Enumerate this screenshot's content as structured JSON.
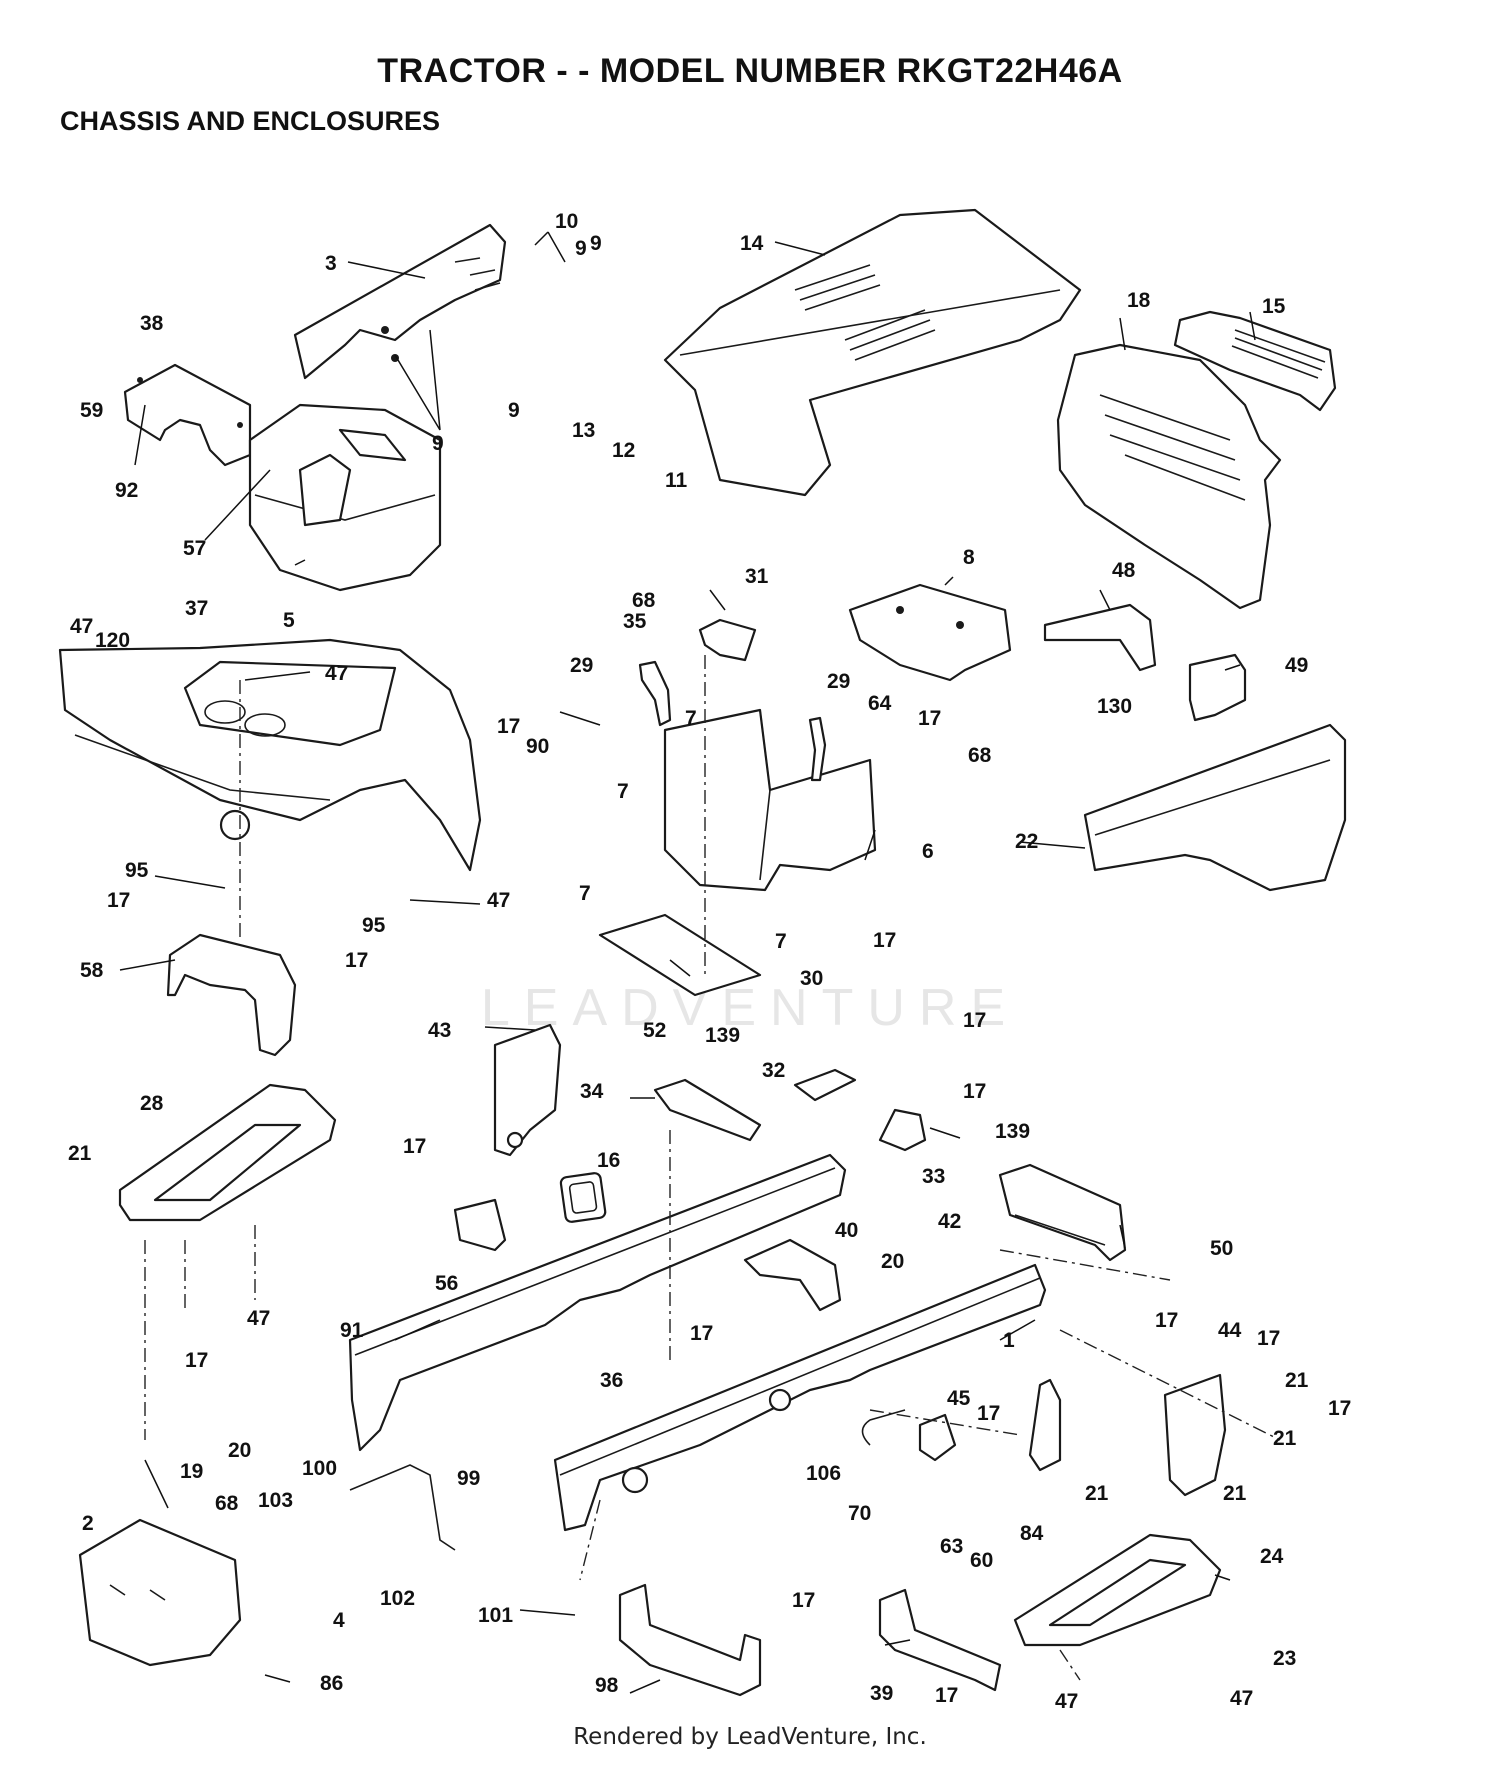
{
  "header": {
    "title": "TRACTOR - - MODEL NUMBER RKGT22H46A",
    "section": "CHASSIS AND ENCLOSURES"
  },
  "watermark": "LEADVENTURE",
  "footer": "Rendered by LeadVenture, Inc.",
  "callouts": [
    "1",
    "2",
    "3",
    "4",
    "5",
    "6",
    "7",
    "7",
    "7",
    "7",
    "8",
    "9",
    "9",
    "9",
    "9",
    "10",
    "11",
    "12",
    "13",
    "14",
    "15",
    "16",
    "17",
    "17",
    "17",
    "17",
    "17",
    "17",
    "17",
    "17",
    "17",
    "17",
    "17",
    "17",
    "17",
    "17",
    "17",
    "17",
    "18",
    "19",
    "20",
    "20",
    "21",
    "21",
    "21",
    "21",
    "21",
    "22",
    "23",
    "24",
    "28",
    "29",
    "29",
    "30",
    "31",
    "32",
    "33",
    "34",
    "35",
    "36",
    "37",
    "38",
    "39",
    "40",
    "42",
    "43",
    "44",
    "45",
    "47",
    "47",
    "47",
    "47",
    "47",
    "47",
    "48",
    "49",
    "50",
    "52",
    "56",
    "57",
    "58",
    "59",
    "60",
    "63",
    "64",
    "68",
    "68",
    "68",
    "70",
    "84",
    "86",
    "90",
    "91",
    "92",
    "95",
    "95",
    "98",
    "99",
    "100",
    "101",
    "102",
    "103",
    "106",
    "120",
    "130",
    "139",
    "139"
  ]
}
